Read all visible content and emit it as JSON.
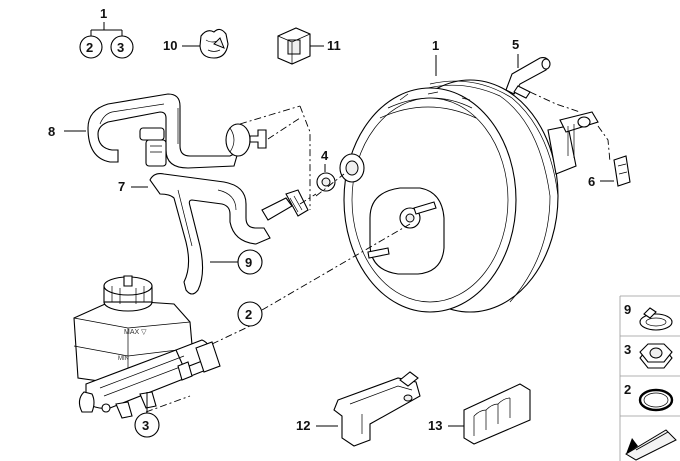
{
  "callouts": {
    "c1_top": "1",
    "c2_sub": "2",
    "c3_sub": "3",
    "c10": "10",
    "c11": "11",
    "c1_booster": "1",
    "c5": "5",
    "c8": "8",
    "c4": "4",
    "c6": "6",
    "c7": "7",
    "c9": "9",
    "c2_body": "2",
    "c3_body": "3",
    "c12": "12",
    "c13": "13"
  },
  "legend": {
    "items": [
      {
        "label": "9",
        "icon": "hose-clamp-icon"
      },
      {
        "label": "3",
        "icon": "hex-nut-icon"
      },
      {
        "label": "2",
        "icon": "o-ring-icon"
      }
    ]
  },
  "reservoir_marks": {
    "max": "MAX ▽",
    "min": "MIN"
  },
  "watermark": "catalog-arrow-icon"
}
